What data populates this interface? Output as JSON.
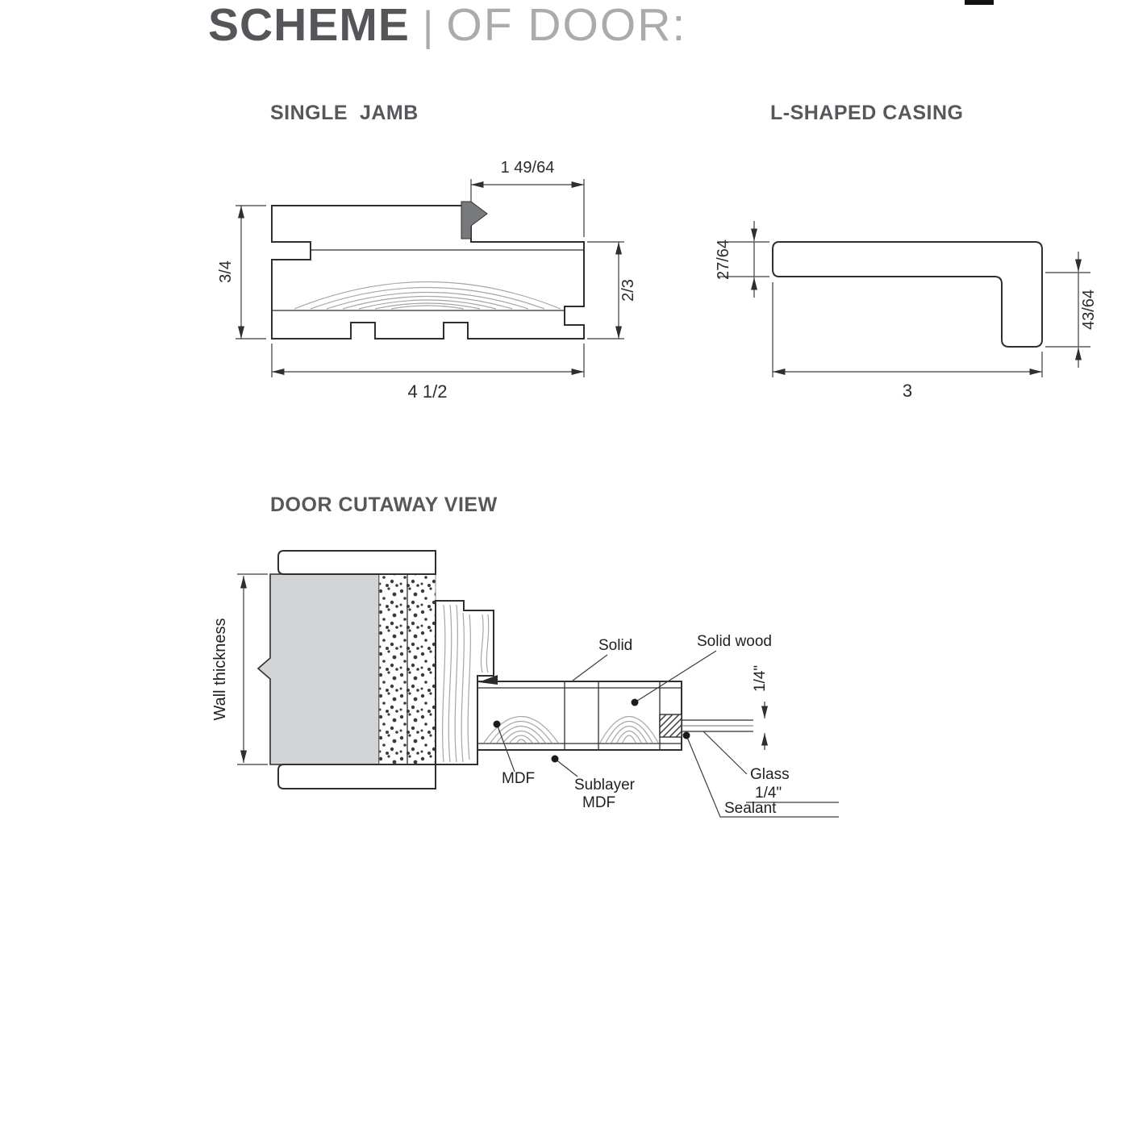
{
  "title": {
    "primary": "SCHEME",
    "separator": "|",
    "secondary": "OF DOOR:"
  },
  "single_jamb": {
    "heading": "SINGLE  JAMB",
    "dim_top": "1 49/64",
    "dim_left": "3/4",
    "dim_right": "2/3",
    "dim_bottom": "4 1/2"
  },
  "l_casing": {
    "heading": "L-SHAPED CASING",
    "dim_left": "27/64",
    "dim_right": "43/64",
    "dim_bottom": "3"
  },
  "cutaway": {
    "heading": "DOOR CUTAWAY VIEW",
    "label_wall": "Wall thickness",
    "label_solid": "Solid",
    "label_solid_wood": "Solid wood",
    "label_glass_dim": "1/4\"",
    "label_mdf": "MDF",
    "label_sublayer_line1": "Sublayer",
    "label_sublayer_line2": "MDF",
    "label_glass_line1": "Glass",
    "label_glass_line2": "1/4\"",
    "label_sealant": "Sealant"
  },
  "colors": {
    "line": "#2e2f30",
    "heading": "#57585b",
    "title_light": "#a9abae",
    "wall_fill": "#d2d4d5",
    "seal_fill": "#77797c"
  }
}
